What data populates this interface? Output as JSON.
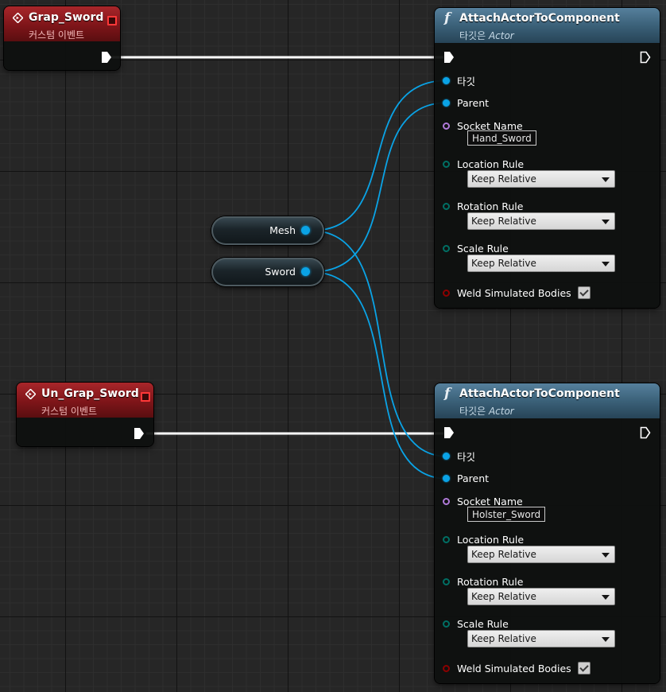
{
  "graph": {
    "event_nodes": [
      {
        "title": "Grap_Sword",
        "subtitle": "커스텀 이벤트"
      },
      {
        "title": "Un_Grap_Sword",
        "subtitle": "커스텀 이벤트"
      }
    ],
    "function_nodes": [
      {
        "title": "AttachActorToComponent",
        "subtitle_prefix": "타깃은",
        "subtitle_class": "Actor",
        "pins": {
          "target": "타깃",
          "parent": "Parent",
          "socket_name": {
            "label": "Socket Name",
            "value": "Hand_Sword"
          },
          "location_rule": {
            "label": "Location Rule",
            "value": "Keep Relative"
          },
          "rotation_rule": {
            "label": "Rotation Rule",
            "value": "Keep Relative"
          },
          "scale_rule": {
            "label": "Scale Rule",
            "value": "Keep Relative"
          },
          "weld": {
            "label": "Weld Simulated Bodies",
            "checked": true
          }
        }
      },
      {
        "title": "AttachActorToComponent",
        "subtitle_prefix": "타깃은",
        "subtitle_class": "Actor",
        "pins": {
          "target": "타깃",
          "parent": "Parent",
          "socket_name": {
            "label": "Socket Name",
            "value": "Holster_Sword"
          },
          "location_rule": {
            "label": "Location Rule",
            "value": "Keep Relative"
          },
          "rotation_rule": {
            "label": "Rotation Rule",
            "value": "Keep Relative"
          },
          "scale_rule": {
            "label": "Scale Rule",
            "value": "Keep Relative"
          },
          "weld": {
            "label": "Weld Simulated Bodies",
            "checked": true
          }
        }
      }
    ],
    "variable_nodes": [
      {
        "label": "Mesh"
      },
      {
        "label": "Sword"
      }
    ],
    "colors": {
      "exec_wire": "#ffffff",
      "object_wire": "#0aa3e6",
      "event_header": "#a8262a",
      "function_header": "#3b6179",
      "name_pin": "#b07ad9",
      "enum_pin": "#006f64",
      "bool_pin": "#8c0000"
    },
    "icons": {
      "event": "event-diamond-icon",
      "function": "function-f-icon",
      "delegate": "delegate-square-icon",
      "dropdown": "chevron-down-icon",
      "checkbox": "checkbox-checked-icon"
    }
  }
}
